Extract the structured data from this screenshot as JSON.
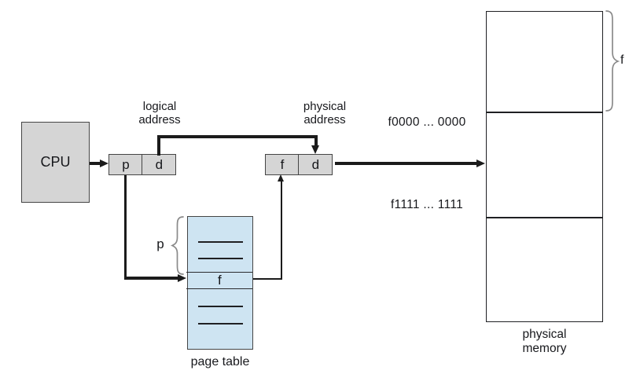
{
  "cpu": {
    "label": "CPU"
  },
  "logical_address": {
    "label_line1": "logical",
    "label_line2": "address",
    "p_cell": "p",
    "d_cell": "d"
  },
  "physical_address": {
    "label_line1": "physical",
    "label_line2": "address",
    "f_cell": "f",
    "d_cell": "d"
  },
  "page_table": {
    "label": "page table",
    "f_entry": "f",
    "p_brace_label": "p"
  },
  "physical_memory": {
    "label_line1": "physical",
    "label_line2": "memory",
    "frame_start_address": "f0000 ... 0000",
    "frame_end_address": "f1111 ... 1111",
    "f_brace_label": "f"
  },
  "colors": {
    "box_fill": "#d5d5d5",
    "table_fill": "#cee4f2",
    "line": "#1b1b1b",
    "border": "#454545",
    "brace": "#8a8a8a"
  }
}
